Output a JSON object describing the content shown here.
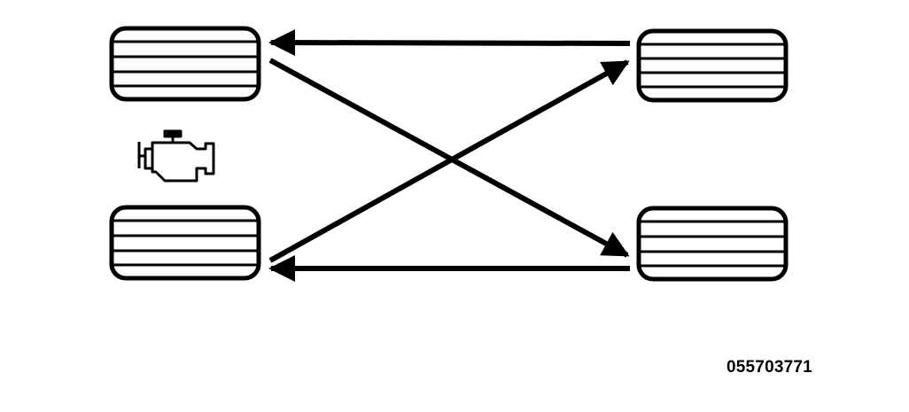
{
  "figure": {
    "code": "055703771"
  },
  "colors": {
    "stroke": "#000000",
    "background": "#ffffff"
  },
  "icons": {
    "engine": "engine-icon",
    "tire": "tire-icon"
  },
  "tires": [
    {
      "id": "front-left"
    },
    {
      "id": "rear-left"
    },
    {
      "id": "front-right"
    },
    {
      "id": "rear-right"
    }
  ],
  "rotation_arrows": [
    {
      "from": "front-right",
      "to": "front-left"
    },
    {
      "from": "rear-right",
      "to": "rear-left"
    },
    {
      "from": "front-left",
      "to": "rear-right"
    },
    {
      "from": "rear-left",
      "to": "front-right"
    }
  ]
}
